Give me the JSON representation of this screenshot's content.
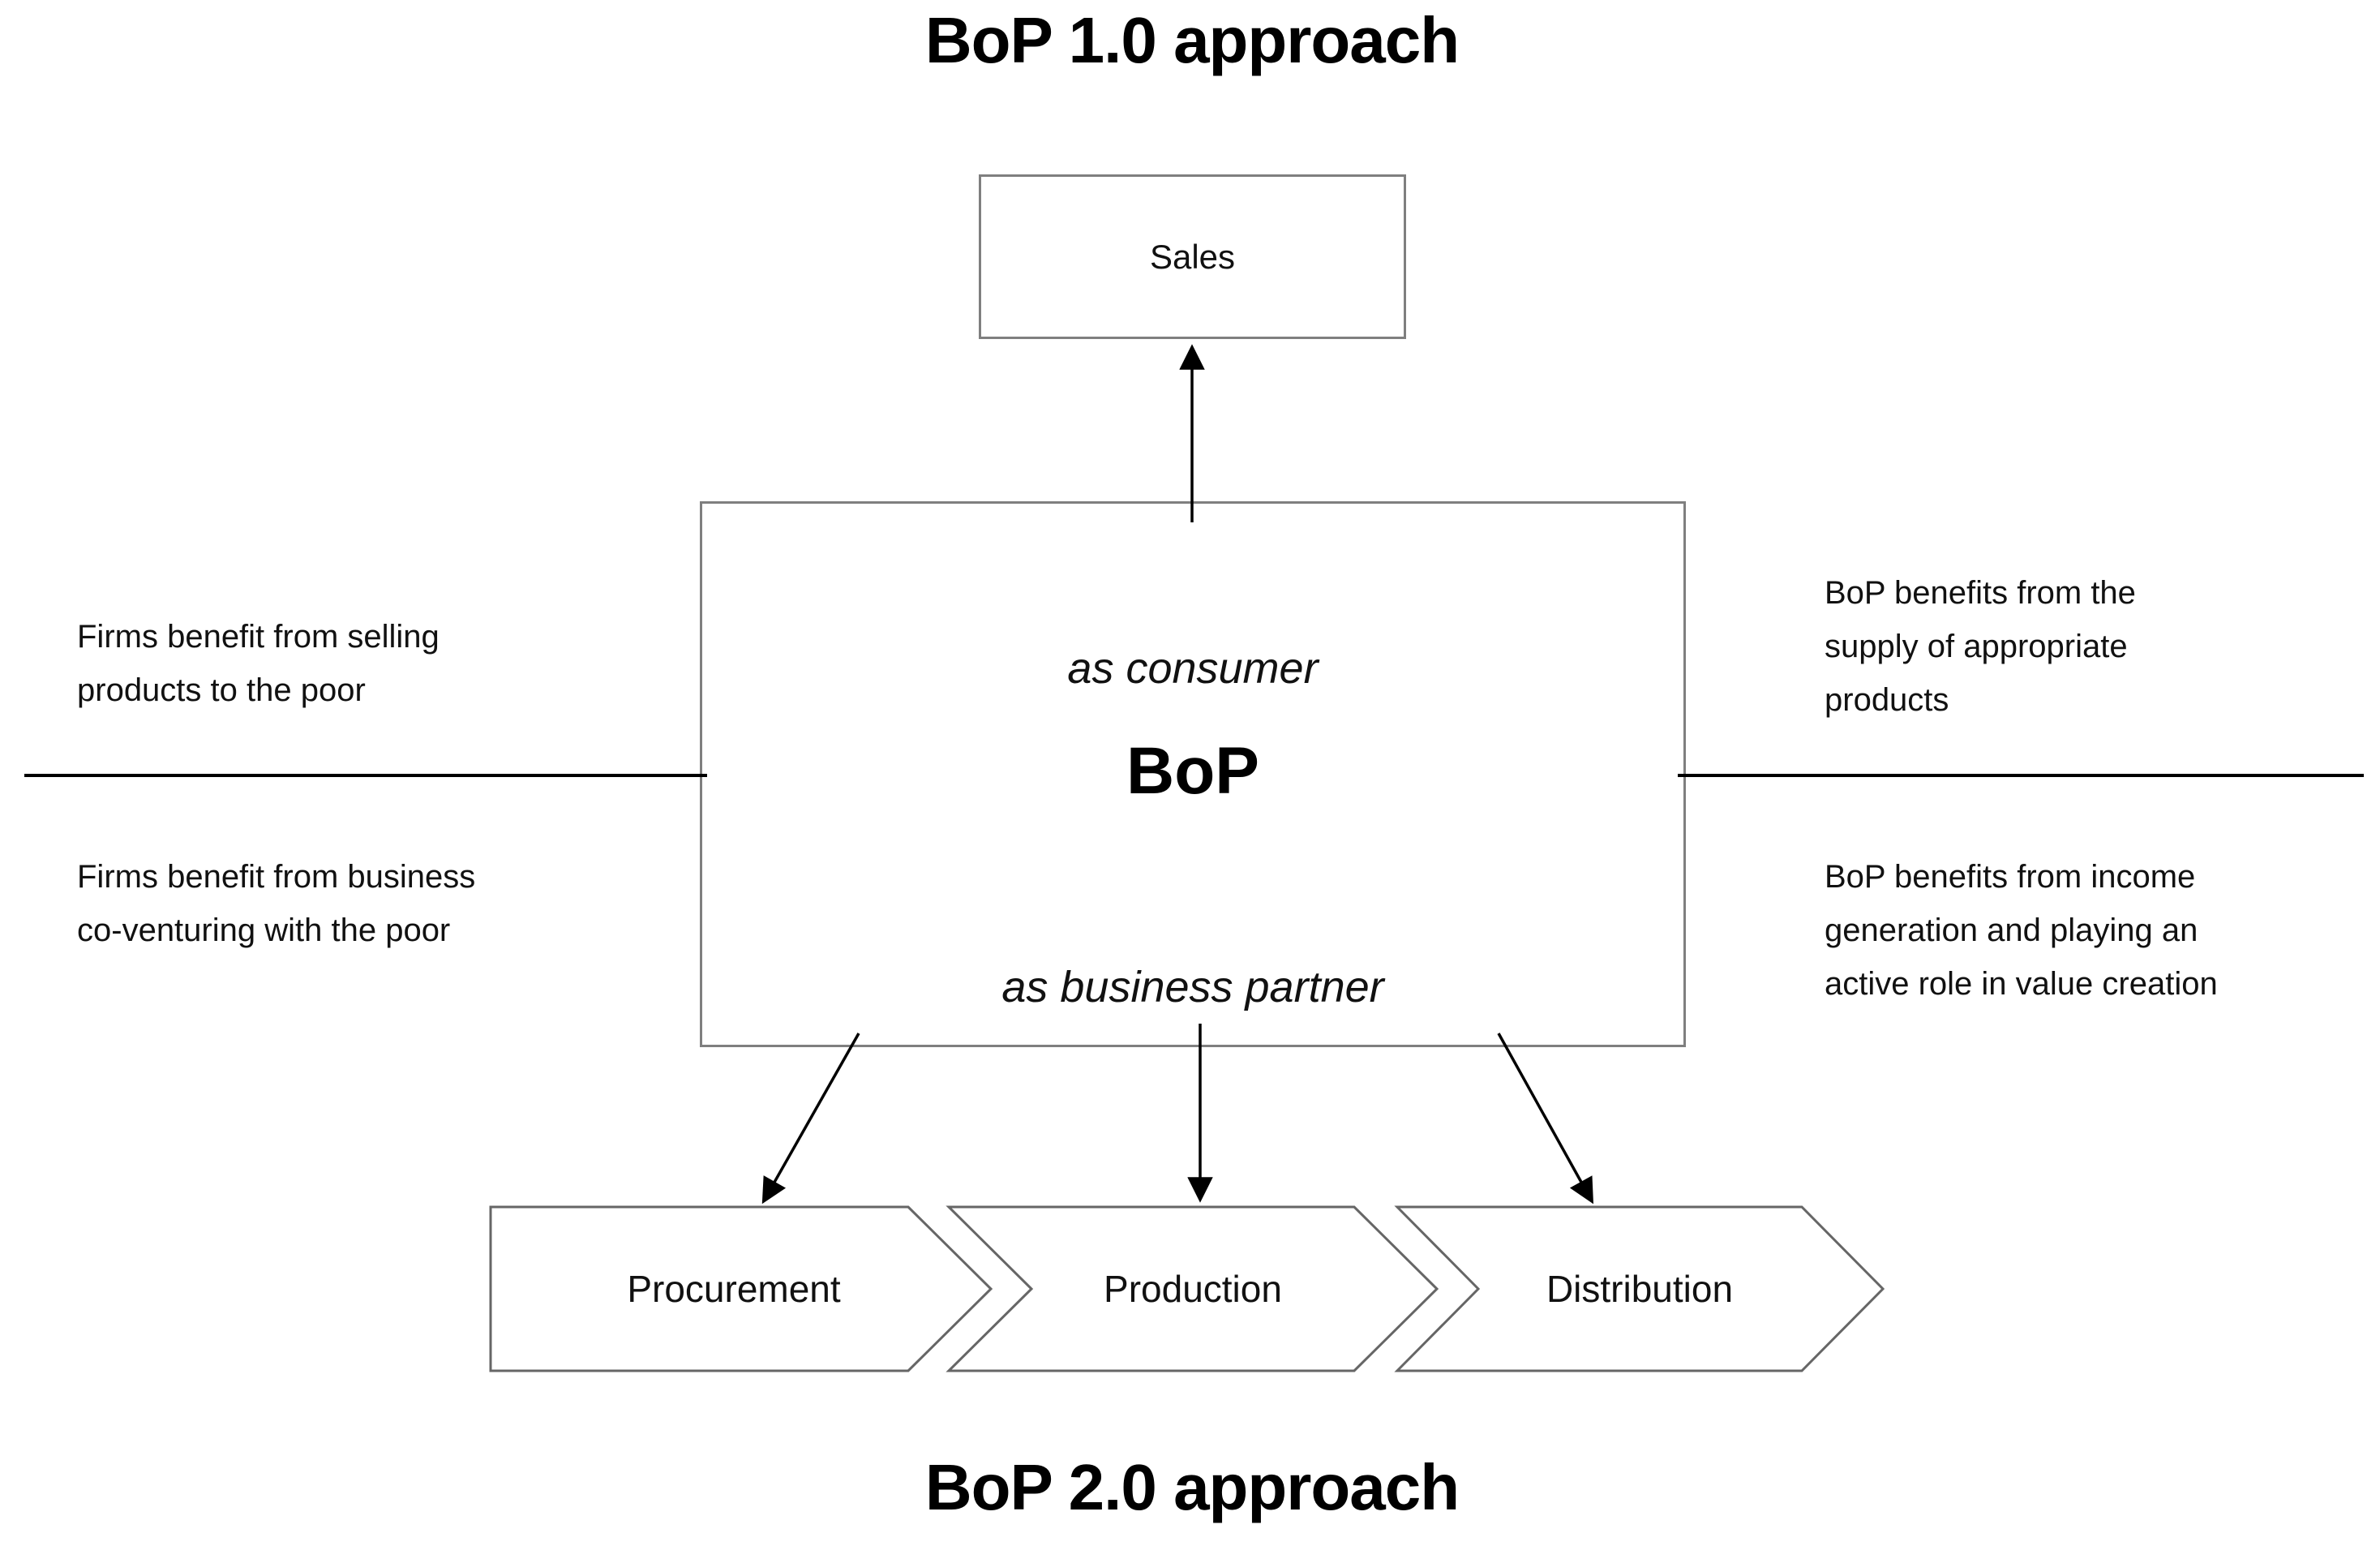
{
  "diagram": {
    "title_top": "BoP 1.0 approach",
    "title_bottom": "BoP 2.0 approach",
    "sales_box": {
      "label": "Sales"
    },
    "central_box": {
      "role_top": "as consumer",
      "name": "BoP",
      "role_bottom": "as business partner"
    },
    "annotations": {
      "left_top": {
        "lines": [
          "Firms benefit from selling",
          "products to the poor"
        ]
      },
      "left_bottom": {
        "lines": [
          "Firms benefit from business",
          "co-venturing with the poor"
        ]
      },
      "right_top": {
        "lines": [
          "BoP benefits from the",
          "supply of appropriate",
          "products"
        ]
      },
      "right_bottom": {
        "lines": [
          "BoP benefits from income",
          "generation and playing an",
          "active role in value creation"
        ]
      }
    },
    "process_chain": {
      "steps": [
        "Procurement",
        "Production",
        "Distribution"
      ]
    },
    "colors": {
      "background": "#ffffff",
      "box_border": "#7f7f7f",
      "chevron_border": "#666666",
      "line": "#000000",
      "text": "#111111"
    }
  }
}
